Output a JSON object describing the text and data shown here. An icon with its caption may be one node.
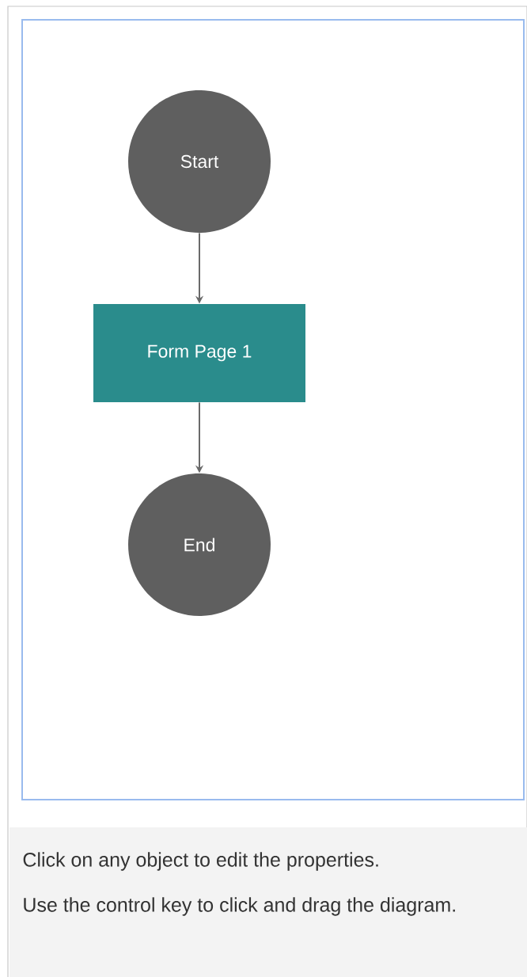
{
  "diagram": {
    "nodes": [
      {
        "text": [
          "Start"
        ]
      },
      {
        "text": [
          "Form Page 1"
        ]
      },
      {
        "text": [
          "End"
        ]
      }
    ],
    "edges": [
      {
        "from": 0,
        "to": 1,
        "arrow": "to"
      },
      {
        "from": 1,
        "to": 2,
        "arrow": "to"
      }
    ],
    "labels": [
      "Click on any object to edit the properties.",
      "Use the control key to click and drag the diagram."
    ]
  }
}
